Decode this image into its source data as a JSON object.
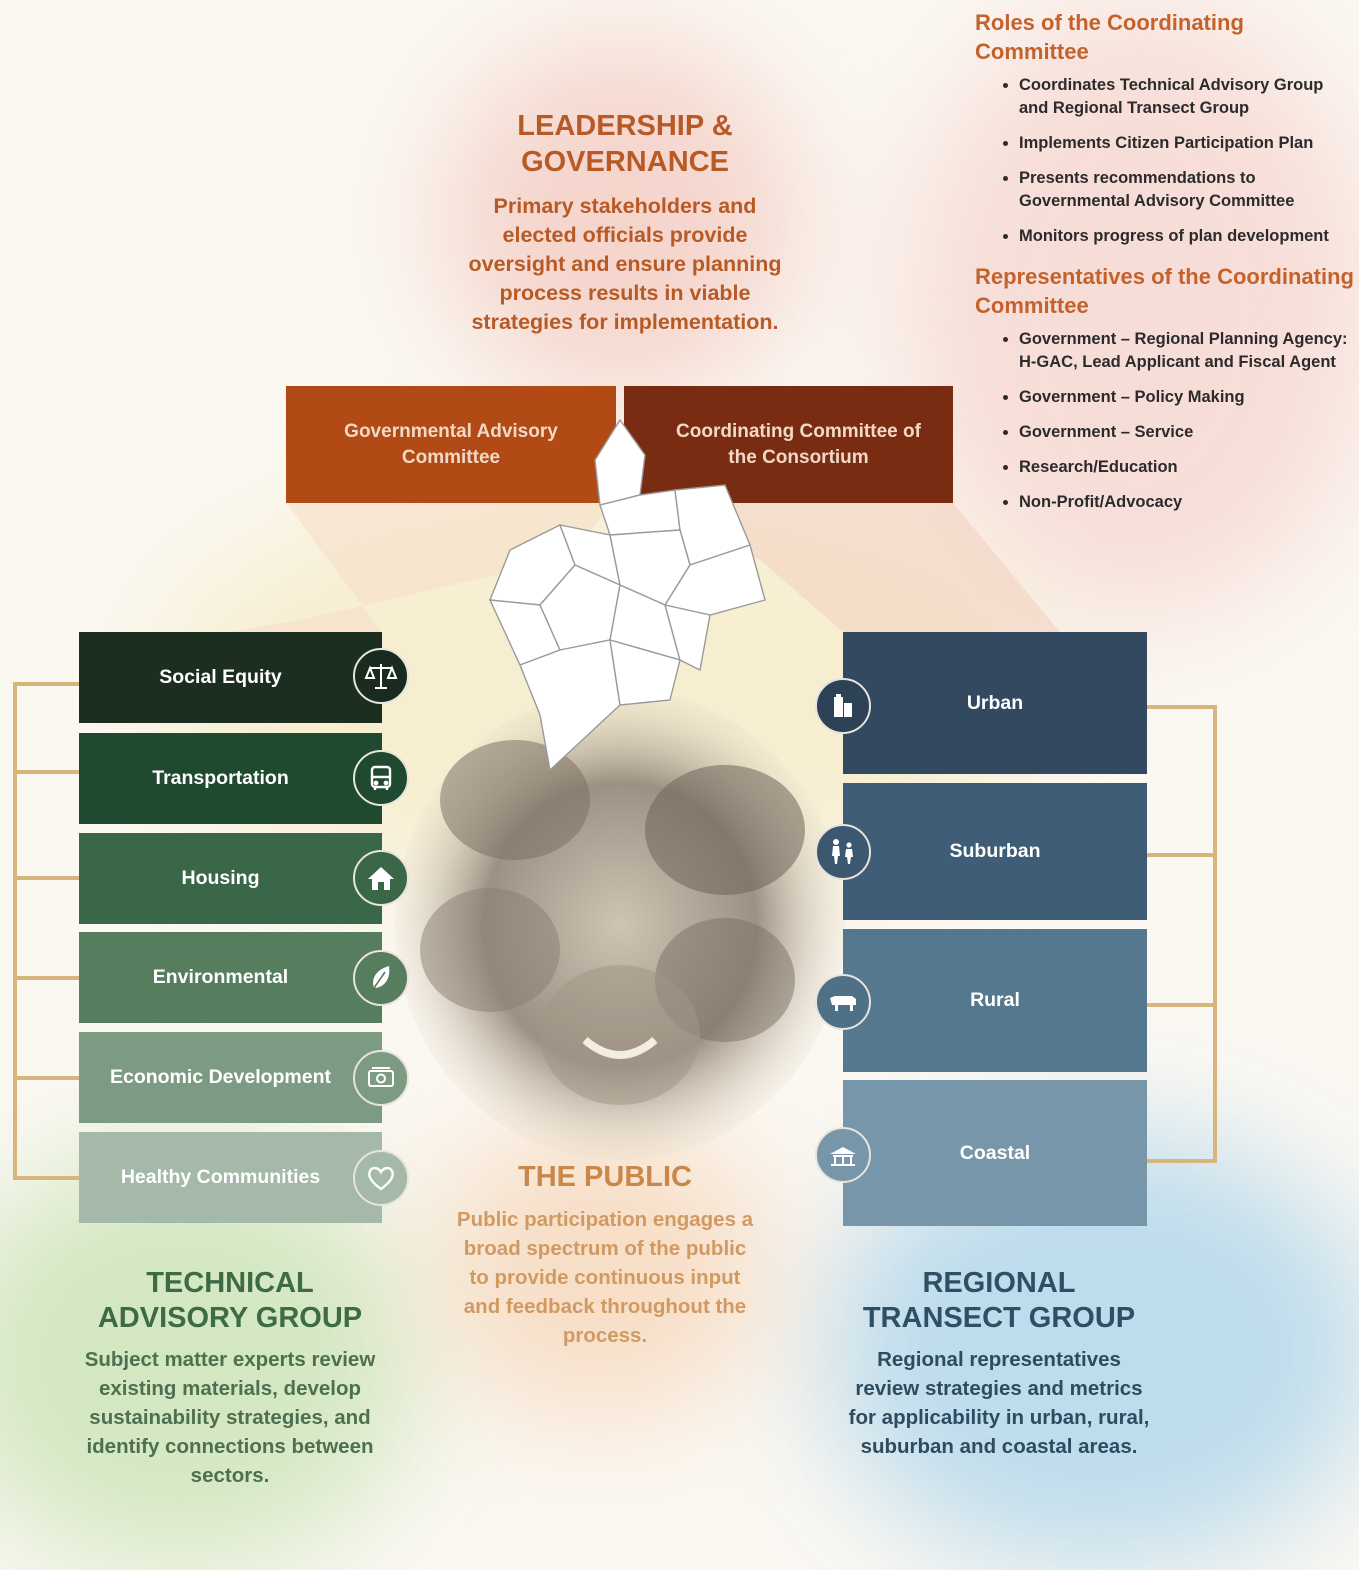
{
  "leadership": {
    "title": "LEADERSHIP & GOVERNANCE",
    "text": "Primary stakeholders and elected officials provide oversight and ensure planning process results in viable strategies for implementation."
  },
  "roles": {
    "heading": "Roles of the Coordinating Committee",
    "items": [
      "Coordinates Technical Advisory Group and Regional Transect Group",
      "Implements Citizen Participation Plan",
      "Presents recommendations to Governmental Advisory Committee",
      "Monitors progress of plan development"
    ]
  },
  "representatives": {
    "heading": "Representatives of the Coordinating Committee",
    "items": [
      "Government – Regional Planning Agency: H-GAC, Lead Applicant and Fiscal Agent",
      "Government – Policy Making",
      "Government – Service",
      "Research/Education",
      "Non-Profit/Advocacy"
    ]
  },
  "committees": {
    "governmental": "Governmental Advisory Committee",
    "coordinating": "Coordinating Committee of the Consortium"
  },
  "technical": {
    "title": "TECHNICAL ADVISORY GROUP",
    "text": "Subject matter experts review existing materials, develop sustainability strategies, and identify connections between sectors.",
    "sectors": [
      {
        "label": "Social Equity",
        "icon": "scales-icon",
        "color": "#1c2e20"
      },
      {
        "label": "Transportation",
        "icon": "bus-icon",
        "color": "#1f4a30"
      },
      {
        "label": "Housing",
        "icon": "house-icon",
        "color": "#3b6749"
      },
      {
        "label": "Environmental",
        "icon": "leaf-icon",
        "color": "#567d5e"
      },
      {
        "label": "Economic Development",
        "icon": "money-icon",
        "color": "#7d9b83"
      },
      {
        "label": "Healthy Communities",
        "icon": "heart-icon",
        "color": "#a5b9a8"
      }
    ]
  },
  "public": {
    "title": "THE PUBLIC",
    "text": "Public participation engages a broad spectrum of the public to provide continuous input and feedback throughout the process."
  },
  "transect": {
    "title": "REGIONAL TRANSECT GROUP",
    "text": "Regional representatives review strategies and metrics for applicability in urban, rural, suburban and coastal areas.",
    "areas": [
      {
        "label": "Urban",
        "icon": "buildings-icon",
        "color": "#33495f"
      },
      {
        "label": "Suburban",
        "icon": "family-icon",
        "color": "#3f5d76"
      },
      {
        "label": "Rural",
        "icon": "cow-icon",
        "color": "#56788f"
      },
      {
        "label": "Coastal",
        "icon": "pavilion-icon",
        "color": "#7896aa"
      }
    ]
  }
}
